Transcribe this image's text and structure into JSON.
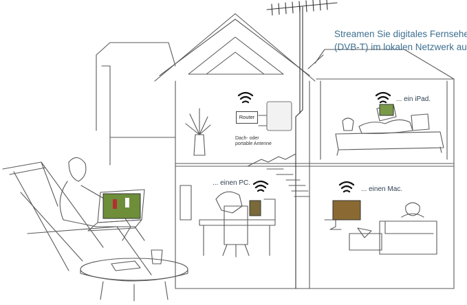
{
  "headline": {
    "line1": "Streamen Sie digitales Fernsehen",
    "line2": "(DVB-T) im lokalen Netzwerk auf..."
  },
  "labels": {
    "ipad": "... ein iPad.",
    "pc": "... einen PC.",
    "mac": "... einen Mac.",
    "router": "Router",
    "antenna_line1": "Dach- oder",
    "antenna_line2": "portable Antenne"
  },
  "colors": {
    "sketch": "#555555",
    "headline": "#3d6f90",
    "wifi": "#111111"
  }
}
